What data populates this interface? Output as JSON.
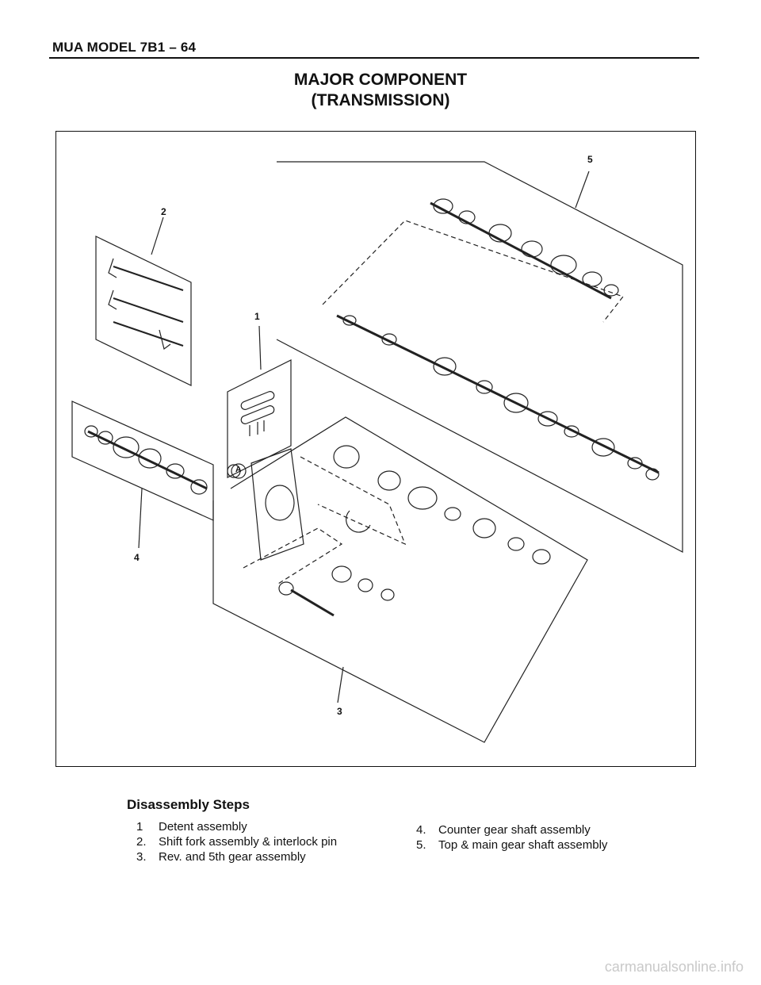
{
  "header": {
    "model": "MUA MODEL 7B1 – 64"
  },
  "title": {
    "line1": "MAJOR COMPONENT",
    "line2": "(TRANSMISSION)"
  },
  "figure": {
    "callouts": [
      "5",
      "2",
      "1",
      "4",
      "3"
    ],
    "marker": "A"
  },
  "disassembly": {
    "heading": "Disassembly Steps",
    "steps": [
      {
        "num": "1",
        "text": "Detent assembly"
      },
      {
        "num": "2.",
        "text": "Shift fork assembly & interlock pin"
      },
      {
        "num": "3.",
        "text": "Rev. and 5th gear assembly"
      },
      {
        "num": "4.",
        "text": "Counter gear shaft assembly"
      },
      {
        "num": "5.",
        "text": "Top & main gear shaft assembly"
      }
    ]
  },
  "watermark": "carmanualsonline.info"
}
